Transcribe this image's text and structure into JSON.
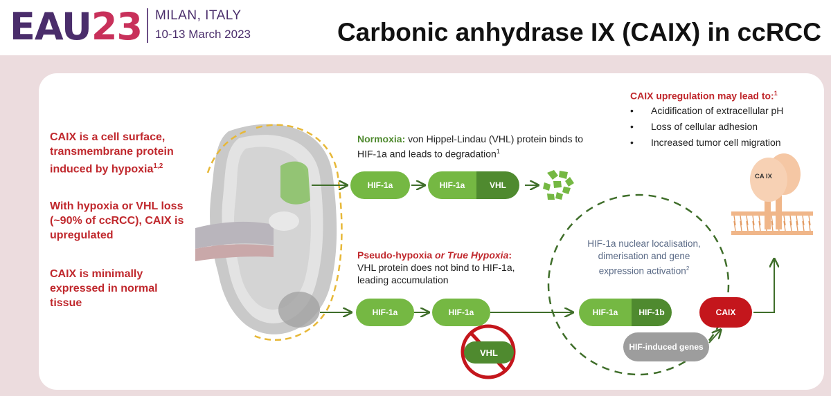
{
  "header": {
    "logo_text": "EAU",
    "logo_year": "23",
    "location": "MILAN, ITALY",
    "dates": "10-13 March 2023",
    "title": "Carbonic anhydrase IX (CAIX) in ccRCC"
  },
  "left": {
    "p1": "CAIX is a cell surface, transmembrane protein induced by hypoxia",
    "p1_ref": "1,2",
    "p2": "With hypoxia or VHL loss (~90% of ccRCC), CAIX is upregulated",
    "p3": "CAIX is minimally expressed in normal tissue"
  },
  "normoxia": {
    "label": "Normoxia:",
    "text": " von Hippel-Lindau (VHL) protein binds to HIF-1a and leads to degradation",
    "ref": "1",
    "hif": "HIF-1a",
    "complex_hif": "HIF-1a",
    "complex_vhl": "VHL"
  },
  "pseudo": {
    "label": "Pseudo-hypoxia",
    "label_or": " or True Hypoxia",
    "label_colon": ":",
    "text": "VHL protein does not bind to HIF-1a, leading accumulation",
    "hif1": "HIF-1a",
    "hif2": "HIF-1a",
    "vhl": "VHL"
  },
  "nucleus": {
    "text": "HIF-1a nuclear localisation, dimerisation and gene expression activation",
    "ref": "2",
    "complex_a": "HIF-1a",
    "complex_b": "HIF-1b",
    "genes": "HIF-induced genes",
    "caix": "CAIX"
  },
  "upregulation": {
    "title": "CAIX upregulation may lead to:",
    "ref": "1",
    "bullets": [
      "Acidification of extracellular pH",
      "Loss of cellular adhesion",
      "Increased tumor cell migration"
    ],
    "protein_label": "CA IX"
  },
  "colors": {
    "green": "#75b843",
    "dark_green": "#4f8a2f",
    "red": "#c4161c",
    "gray": "#9d9d9d",
    "purple": "#4a2d6b",
    "pink": "#c8305a"
  }
}
